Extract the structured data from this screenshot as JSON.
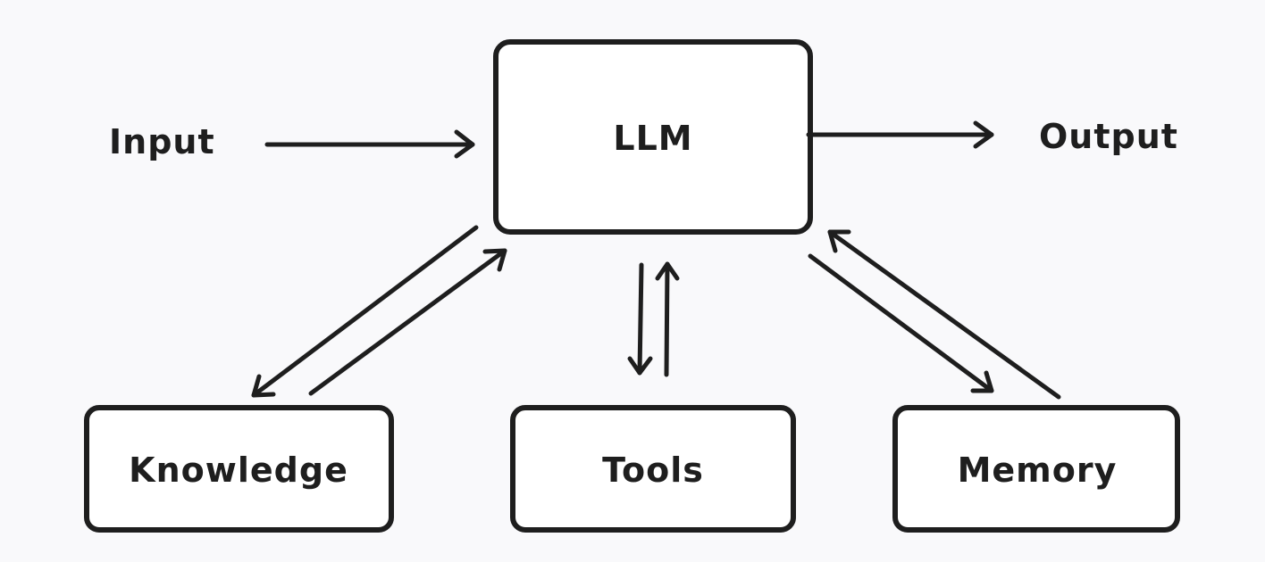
{
  "nodes": {
    "input": "Input",
    "llm": "LLM",
    "output": "Output",
    "knowledge": "Knowledge",
    "tools": "Tools",
    "memory": "Memory"
  },
  "colors": {
    "background": "#f9f9fb",
    "stroke": "#1e1e1e",
    "box_fill": "#ffffff"
  }
}
